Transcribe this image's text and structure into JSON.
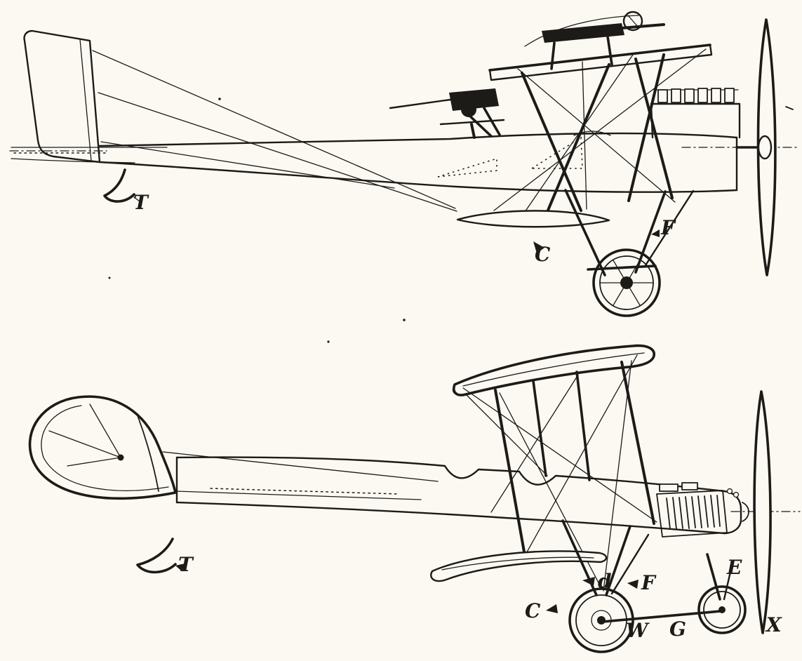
{
  "colors": {
    "paper": "#fbf9f2",
    "ink": "#1c1b18"
  },
  "figures": [
    {
      "id": "upper-biplane-side-view",
      "labels": [
        {
          "text": "T"
        },
        {
          "text": "C"
        },
        {
          "text": "F"
        }
      ]
    },
    {
      "id": "lower-biplane-side-view",
      "labels": [
        {
          "text": "T"
        },
        {
          "text": "C"
        },
        {
          "text": "d"
        },
        {
          "text": "F"
        },
        {
          "text": "E"
        },
        {
          "text": "W"
        },
        {
          "text": "G"
        },
        {
          "text": "X"
        }
      ]
    }
  ]
}
